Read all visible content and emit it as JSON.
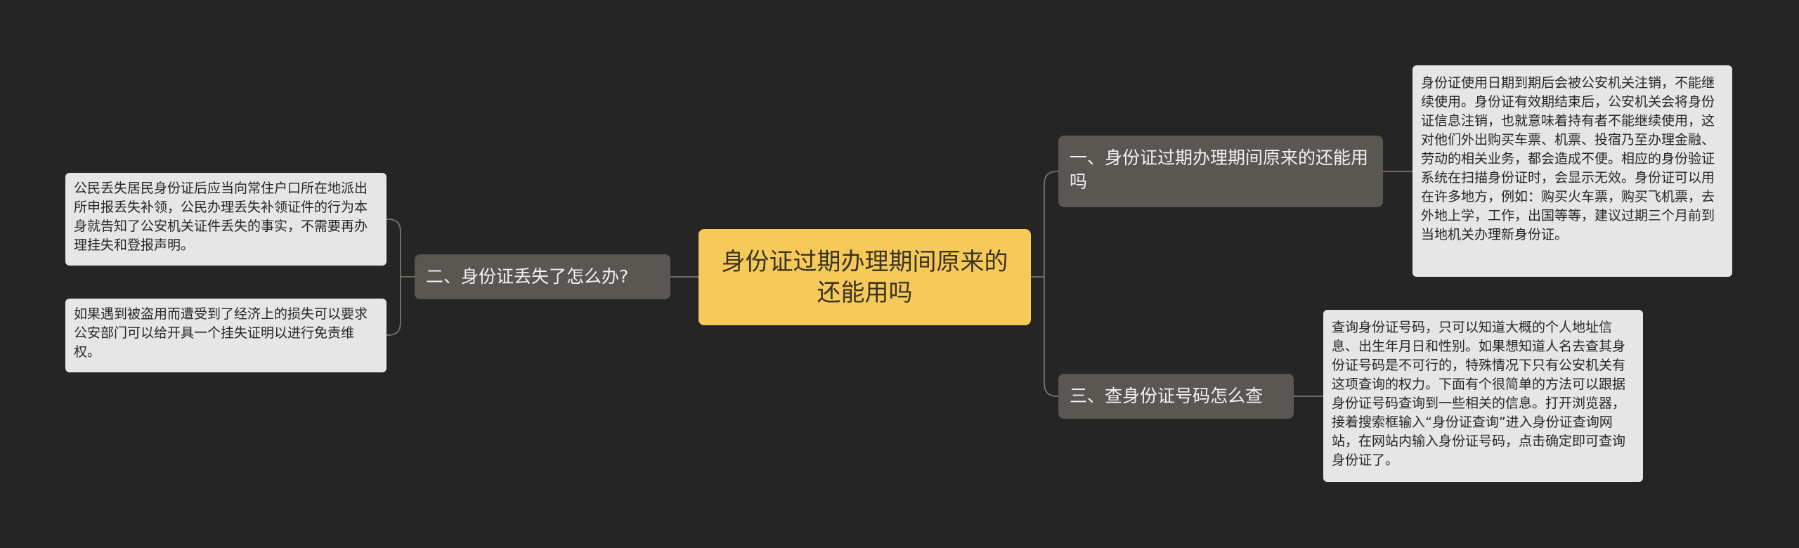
{
  "root": {
    "title": "身份证过期办理期间原来的还能用吗"
  },
  "branches": [
    {
      "label": "一、身份证过期办理期间原来的还能用吗",
      "detail": "身份证使用日期到期后会被公安机关注销，不能继续使用。身份证有效期结束后，公安机关会将身份证信息注销，也就意味着持有者不能继续使用，这对他们外出购买车票、机票、投宿乃至办理金融、劳动的相关业务，都会造成不便。相应的身份验证系统在扫描身份证时，会显示无效。身份证可以用在许多地方，例如：购买火车票，购买飞机票，去外地上学，工作，出国等等，建议过期三个月前到当地机关办理新身份证。"
    },
    {
      "label": "二、身份证丢失了怎么办?",
      "details": [
        "公民丢失居民身份证后应当向常住户口所在地派出所申报丢失补领，公民办理丢失补领证件的行为本身就告知了公安机关证件丢失的事实，不需要再办理挂失和登报声明。",
        "如果遇到被盗用而遭受到了经济上的损失可以要求公安部门可以给开具一个挂失证明以进行免责维权。"
      ]
    },
    {
      "label": "三、查身份证号码怎么查",
      "detail": "查询身份证号码，只可以知道大概的个人地址信息、出生年月日和性别。如果想知道人名去查其身份证号码是不可行的，特殊情况下只有公安机关有这项查询的权力。下面有个很简单的方法可以跟据身份证号码查询到一些相关的信息。打开浏览器，接着搜索框输入“身份证查询”进入身份证查询网站，在网站内输入身份证号码，点击确定即可查询身份证了。"
    }
  ],
  "colors": {
    "background": "#252525",
    "root": "#f5c95a",
    "branch": "#5a5651",
    "leaf": "#e6e6e6",
    "connector": "#6e6a64"
  }
}
